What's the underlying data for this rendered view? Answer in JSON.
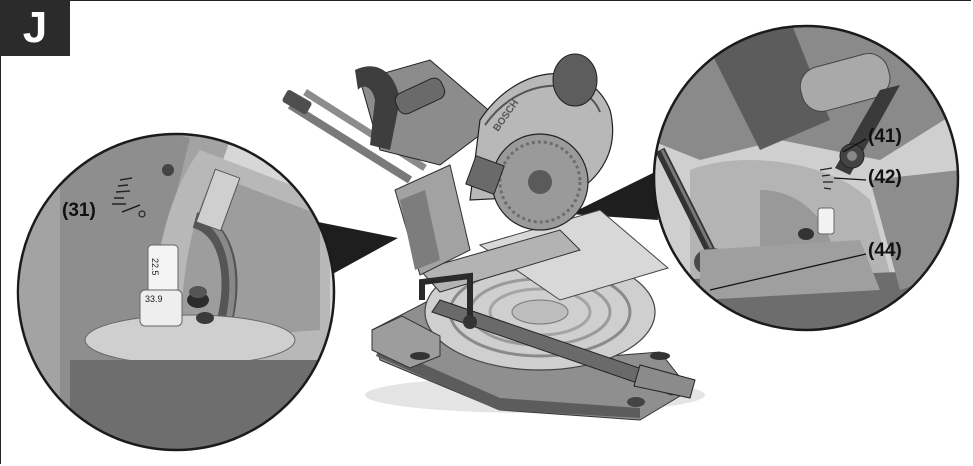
{
  "figure": {
    "label": "J",
    "callouts": {
      "c31": "(31)",
      "c41": "(41)",
      "c42": "(42)",
      "c44": "(44)"
    },
    "scale_labels": {
      "upper": "22.5",
      "lower": "33.9"
    },
    "brand": "BOSCH"
  }
}
